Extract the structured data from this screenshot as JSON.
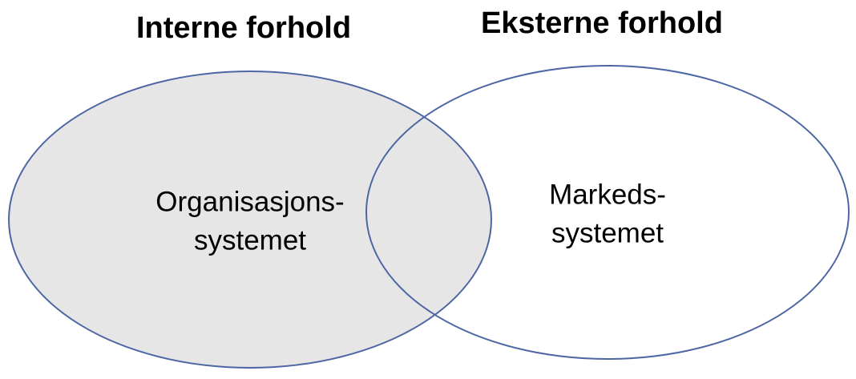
{
  "headings": {
    "left": "Interne forhold",
    "right": "Eksterne forhold"
  },
  "venn": {
    "left_ellipse": {
      "label_line1": "Organisasjons-",
      "label_line2": "systemet",
      "fill": "#e7e6e6",
      "stroke": "#4b66a2"
    },
    "right_ellipse": {
      "label_line1": "Markeds-",
      "label_line2": "systemet",
      "fill": "none",
      "stroke": "#4b66a2"
    }
  },
  "colors": {
    "background": "#ffffff",
    "text": "#000000"
  }
}
